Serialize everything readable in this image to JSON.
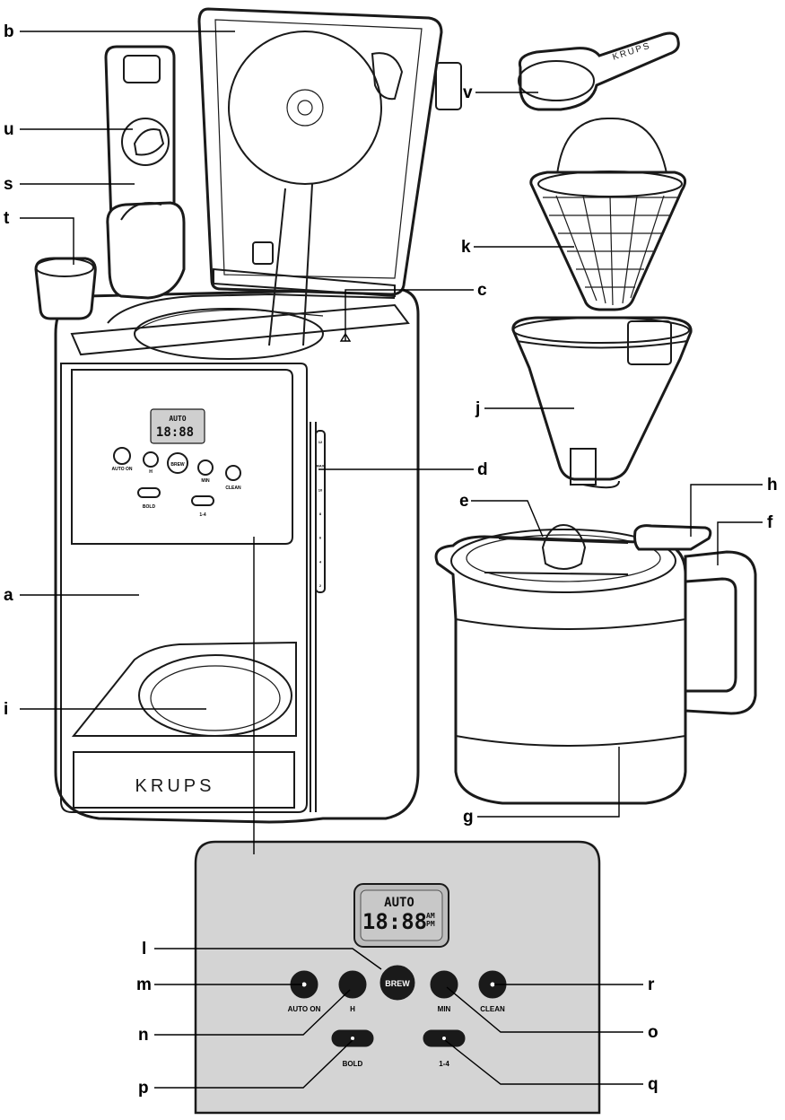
{
  "brand": "KRUPS",
  "labels": {
    "a": "a",
    "b": "b",
    "c": "c",
    "d": "d",
    "e": "e",
    "f": "f",
    "g": "g",
    "h": "h",
    "i": "i",
    "j": "j",
    "k": "k",
    "l": "l",
    "m": "m",
    "n": "n",
    "o": "o",
    "p": "p",
    "q": "q",
    "r": "r",
    "s": "s",
    "t": "t",
    "u": "u",
    "v": "v"
  },
  "display": {
    "mode": "AUTO",
    "time": "18:88",
    "am": "AM",
    "pm": "PM"
  },
  "buttons": {
    "auto_on": "AUTO ON",
    "h": "H",
    "brew": "BREW",
    "min": "MIN",
    "clean": "CLEAN",
    "bold": "BOLD",
    "one_four": "1-4"
  },
  "water_scale": [
    "12",
    "MAX",
    "10",
    "8",
    "6",
    "4",
    "2"
  ],
  "colors": {
    "panel_fill": "#d4d4d4",
    "lcd_fill": "#bdbdbd",
    "outline": "#1a1a1a"
  }
}
